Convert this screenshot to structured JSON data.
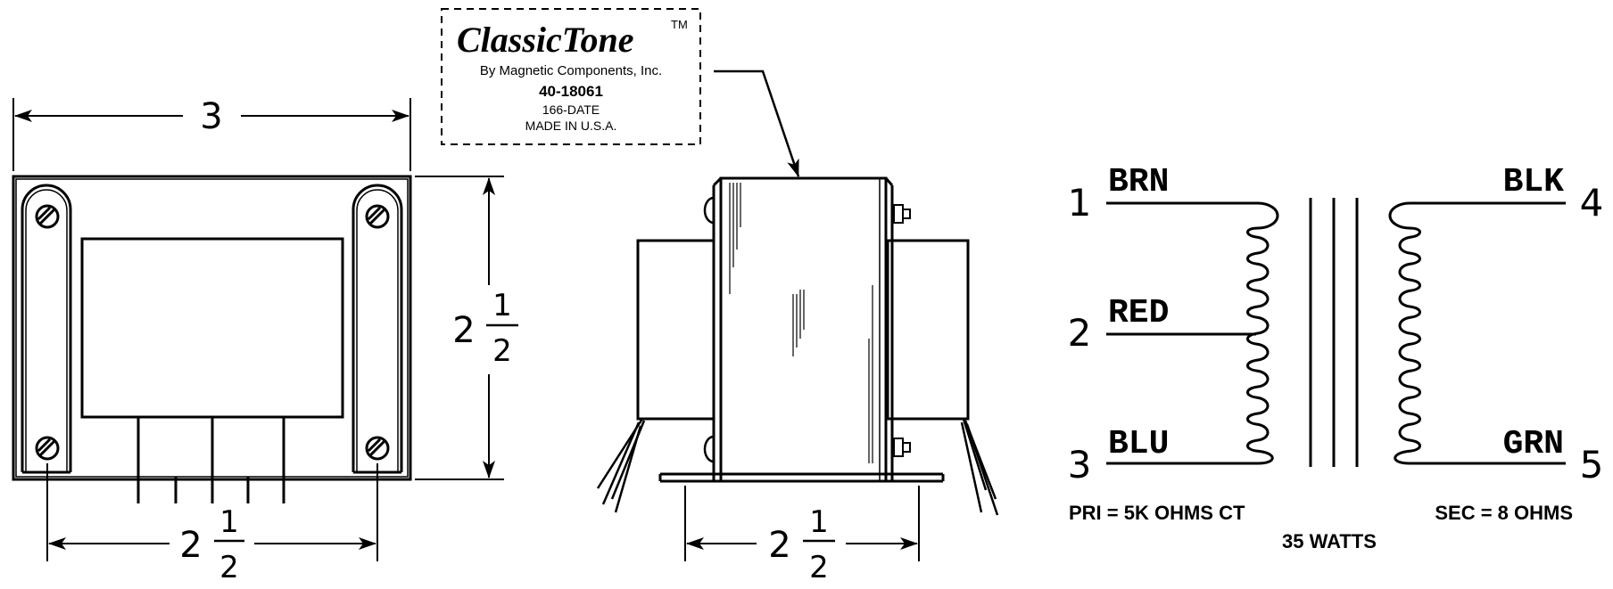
{
  "label_plate": {
    "brand": "ClassicTone",
    "trademark": "TM",
    "maker": "By Magnetic Components, Inc.",
    "part_number": "40-18061",
    "date_code": "166-DATE",
    "origin": "MADE IN U.S.A."
  },
  "front_view": {
    "width_whole": "3",
    "height_whole": "2",
    "height_num": "1",
    "height_den": "2",
    "mount_whole": "2",
    "mount_num": "1",
    "mount_den": "2"
  },
  "side_view": {
    "mount_whole": "2",
    "mount_num": "1",
    "mount_den": "2"
  },
  "schematic": {
    "pins": [
      {
        "number": "1",
        "wire": "BRN"
      },
      {
        "number": "2",
        "wire": "RED"
      },
      {
        "number": "3",
        "wire": "BLU"
      },
      {
        "number": "4",
        "wire": "BLK"
      },
      {
        "number": "5",
        "wire": "GRN"
      }
    ],
    "primary_spec": "PRI = 5K OHMS CT",
    "secondary_spec": "SEC = 8 OHMS",
    "power_spec": "35 WATTS"
  }
}
